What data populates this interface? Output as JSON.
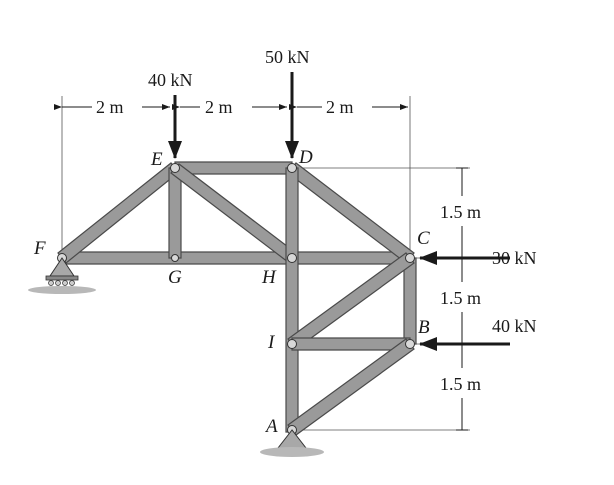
{
  "nodes": {
    "F": "F",
    "G": "G",
    "H": "H",
    "E": "E",
    "D": "D",
    "C": "C",
    "B": "B",
    "I": "I",
    "A": "A"
  },
  "loads": {
    "E_load": "40 kN",
    "D_load": "50 kN",
    "C_load": "30 kN",
    "B_load": "40 kN"
  },
  "dimensions": {
    "top_span_1": "2 m",
    "top_span_2": "2 m",
    "top_span_3": "2 m",
    "right_dim_1": "1.5 m",
    "right_dim_2": "1.5 m",
    "right_dim_3": "1.5 m"
  },
  "colors": {
    "member_fill": "#9a9a9a",
    "member_stroke": "#4a4a4a",
    "support_fill": "#a8a8a8",
    "ground_fill": "#b8b8b8",
    "line": "#1a1a1a"
  }
}
